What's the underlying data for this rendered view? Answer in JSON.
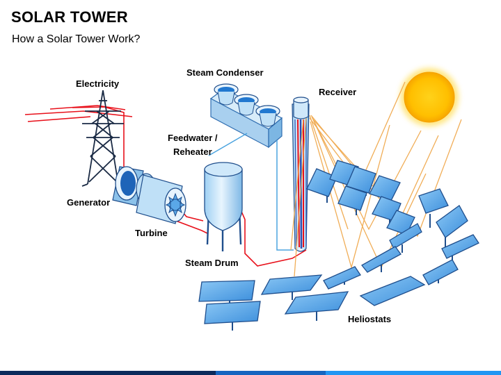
{
  "header": {
    "title": "SOLAR TOWER",
    "subtitle": "How a Solar Tower Work?"
  },
  "labels": {
    "electricity": "Electricity",
    "steam_condenser": "Steam Condenser",
    "receiver": "Receiver",
    "feedwater_line1": "Feedwater /",
    "feedwater_line2": "Reheater",
    "generator": "Generator",
    "turbine": "Turbine",
    "steam_drum": "Steam Drum",
    "heliostats": "Heliostats"
  },
  "colors": {
    "hot_line": "#e8101a",
    "cold_line": "#4aa3df",
    "sun_ray": "#f0a94e",
    "sun_core": "#ffc20e",
    "sun_edge": "#f5a000",
    "panel_fill": "#5aa8e8",
    "panel_edge": "#1f4e8c",
    "tower_fill": "#d9ecfa",
    "pylon": "#1a2a44",
    "footer_dark": "#0b2a5b",
    "footer_mid": "#1565c0",
    "footer_light": "#2196f3"
  }
}
